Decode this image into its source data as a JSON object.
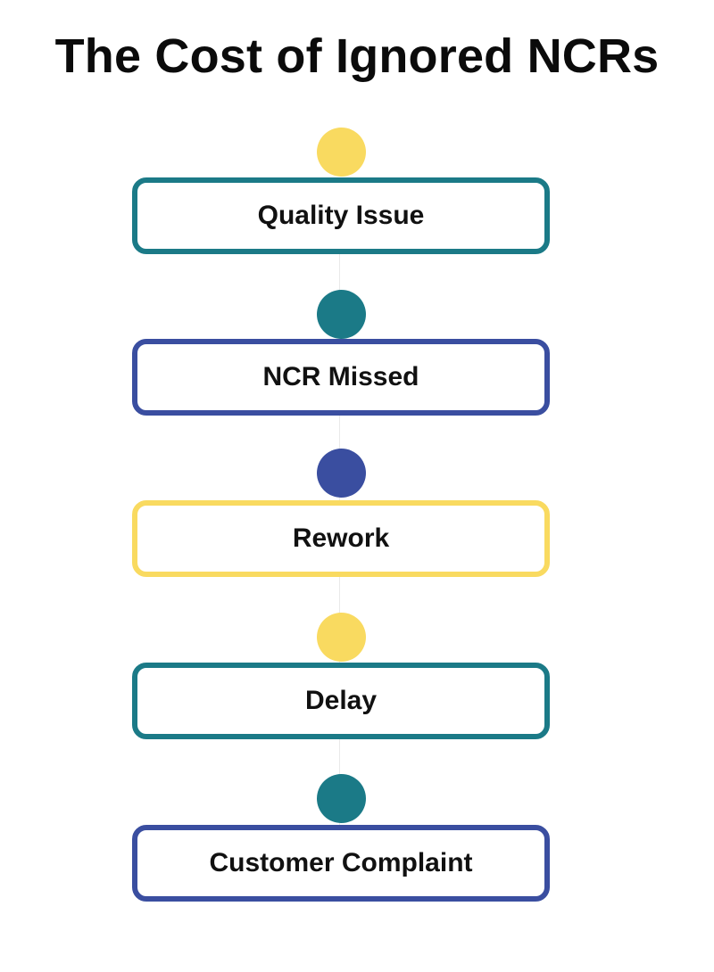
{
  "title": "The Cost of Ignored NCRs",
  "colors": {
    "teal": "#1B7A87",
    "navy": "#3A4EA0",
    "yellow": "#F9DA60"
  },
  "steps": [
    {
      "label": "Quality Issue",
      "border_color": "#1B7A87",
      "dot_color": "#F9DA60"
    },
    {
      "label": "NCR Missed",
      "border_color": "#3A4EA0",
      "dot_color": "#1B7A87"
    },
    {
      "label": "Rework",
      "border_color": "#F9DA60",
      "dot_color": "#3A4EA0"
    },
    {
      "label": "Delay",
      "border_color": "#1B7A87",
      "dot_color": "#F9DA60"
    },
    {
      "label": "Customer Complaint",
      "border_color": "#3A4EA0",
      "dot_color": "#1B7A87"
    }
  ]
}
